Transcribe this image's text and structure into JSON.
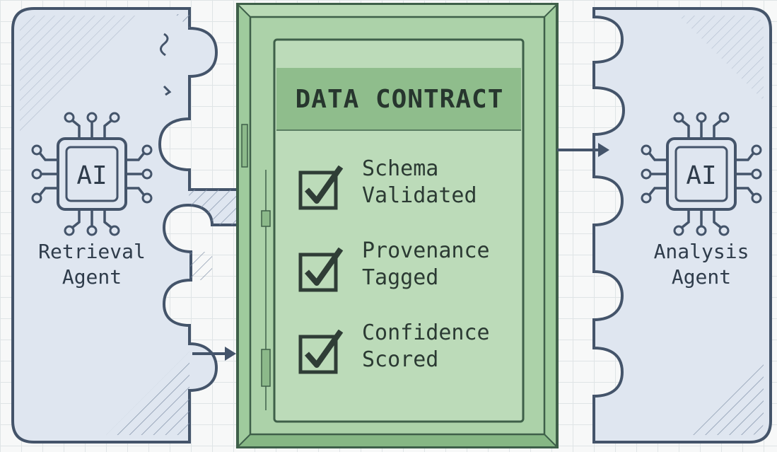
{
  "left_agent": {
    "chip_label": "AI",
    "name_line1": "Retrieval",
    "name_line2": "Agent",
    "icon": "ai-chip-icon"
  },
  "right_agent": {
    "chip_label": "AI",
    "name_line1": "Analysis",
    "name_line2": "Agent",
    "icon": "ai-chip-icon"
  },
  "contract": {
    "title": "DATA CONTRACT",
    "items": [
      {
        "line1": "Schema",
        "line2": "Validated",
        "icon": "checkbox-checked-icon"
      },
      {
        "line1": "Provenance",
        "line2": "Tagged",
        "icon": "checkbox-checked-icon"
      },
      {
        "line1": "Confidence",
        "line2": "Scored",
        "icon": "checkbox-checked-icon"
      }
    ]
  },
  "colors": {
    "agent_fill": "#dfe6f0",
    "agent_stroke": "#44546a",
    "contract_fill": "#a9cfa7",
    "contract_inner": "#bcdbb9",
    "contract_header": "#8fbd8c",
    "contract_stroke": "#3e5f49",
    "check_color": "#2f3d36"
  }
}
